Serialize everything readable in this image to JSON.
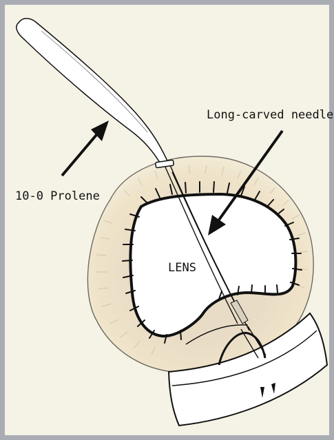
{
  "labels": {
    "needles": "Long-carved needles",
    "suture": "10-0 Prolene",
    "lens": "LENS"
  },
  "colors": {
    "background": "#f5f2e6",
    "frame": "#a9adb3",
    "iris_rim": "#e7dcc8",
    "ink": "#111111"
  }
}
